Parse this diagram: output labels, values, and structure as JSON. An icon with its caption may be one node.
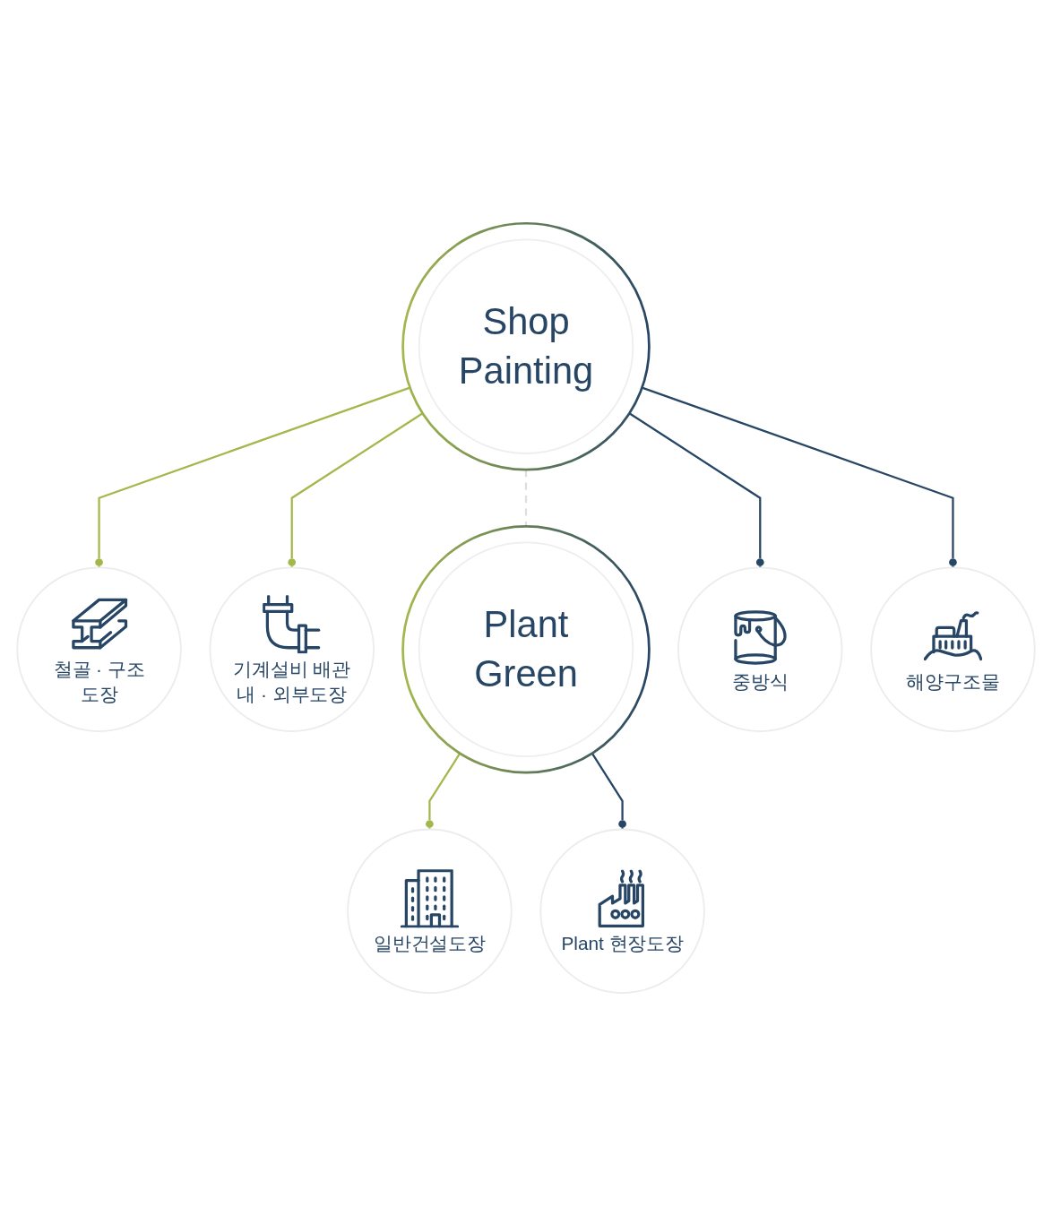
{
  "diagram": {
    "nodes": [
      {
        "text": [
          "철골 · 구조 도장"
        ]
      },
      {
        "text": [
          "중방식"
        ]
      },
      {
        "text": [
          "Shop Painting"
        ]
      },
      {
        "text": [
          "기계설비 배관 내 · 외부도장"
        ]
      },
      {
        "text": [
          "해양구조물"
        ]
      },
      {
        "text": [
          "Plant Green"
        ]
      },
      {
        "text": [
          "일반건설도장"
        ]
      },
      {
        "text": [
          "Plant 현장도장"
        ]
      }
    ],
    "edges": [
      {
        "from": 2,
        "to": 0,
        "arrow": "other",
        "color": "#a3b84c"
      },
      {
        "from": 2,
        "to": 3,
        "arrow": "other",
        "color": "#a3b84c"
      },
      {
        "from": 2,
        "to": 5,
        "arrow": "none",
        "style": "dashed",
        "color": "#dedede"
      },
      {
        "from": 2,
        "to": 1,
        "arrow": "other",
        "color": "#274564"
      },
      {
        "from": 2,
        "to": 4,
        "arrow": "other",
        "color": "#274564"
      },
      {
        "from": 5,
        "to": 6,
        "arrow": "other",
        "color": "#a3b84c"
      },
      {
        "from": 5,
        "to": 7,
        "arrow": "other",
        "color": "#274564"
      }
    ]
  }
}
